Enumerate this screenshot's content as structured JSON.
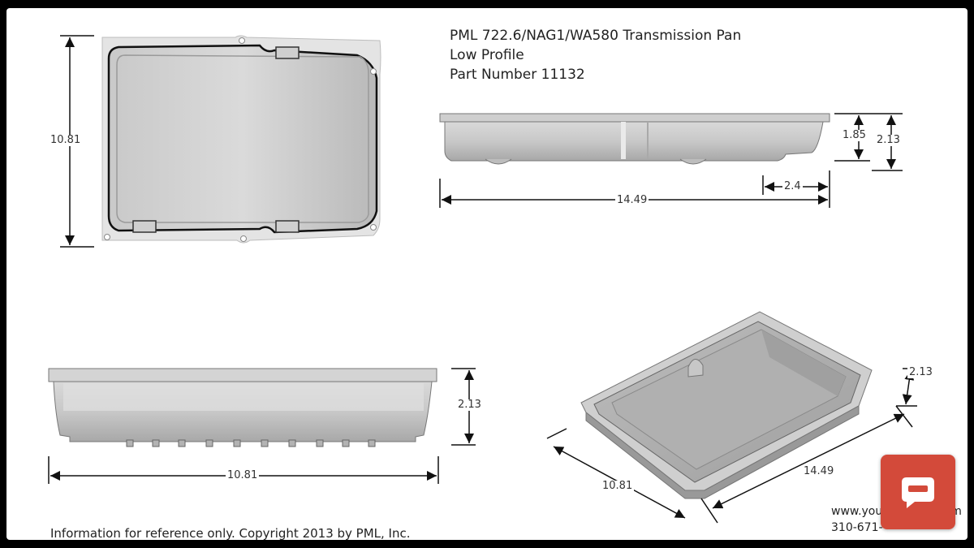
{
  "title": {
    "line1": "PML 722.6/NAG1/WA580 Transmission Pan",
    "line2": "Low Profile",
    "line3": "Part Number 11132"
  },
  "dimensions": {
    "top_view_height": "10.81",
    "side_view_length": "14.49",
    "side_view_flange": "2.4",
    "side_view_inner_depth": "1.85",
    "side_view_total_depth": "2.13",
    "end_view_width": "10.81",
    "end_view_depth": "2.13",
    "iso_depth": "2.13",
    "iso_length": "14.49",
    "iso_width": "10.81"
  },
  "footer": {
    "copyright": "Information for reference only. Copyright 2013 by PML, Inc.",
    "website": "www.you",
    "website_tail": "m",
    "phone": "310-671-"
  },
  "chat_button": {
    "icon": "chat-bubble-icon",
    "color": "#d34a3a"
  }
}
